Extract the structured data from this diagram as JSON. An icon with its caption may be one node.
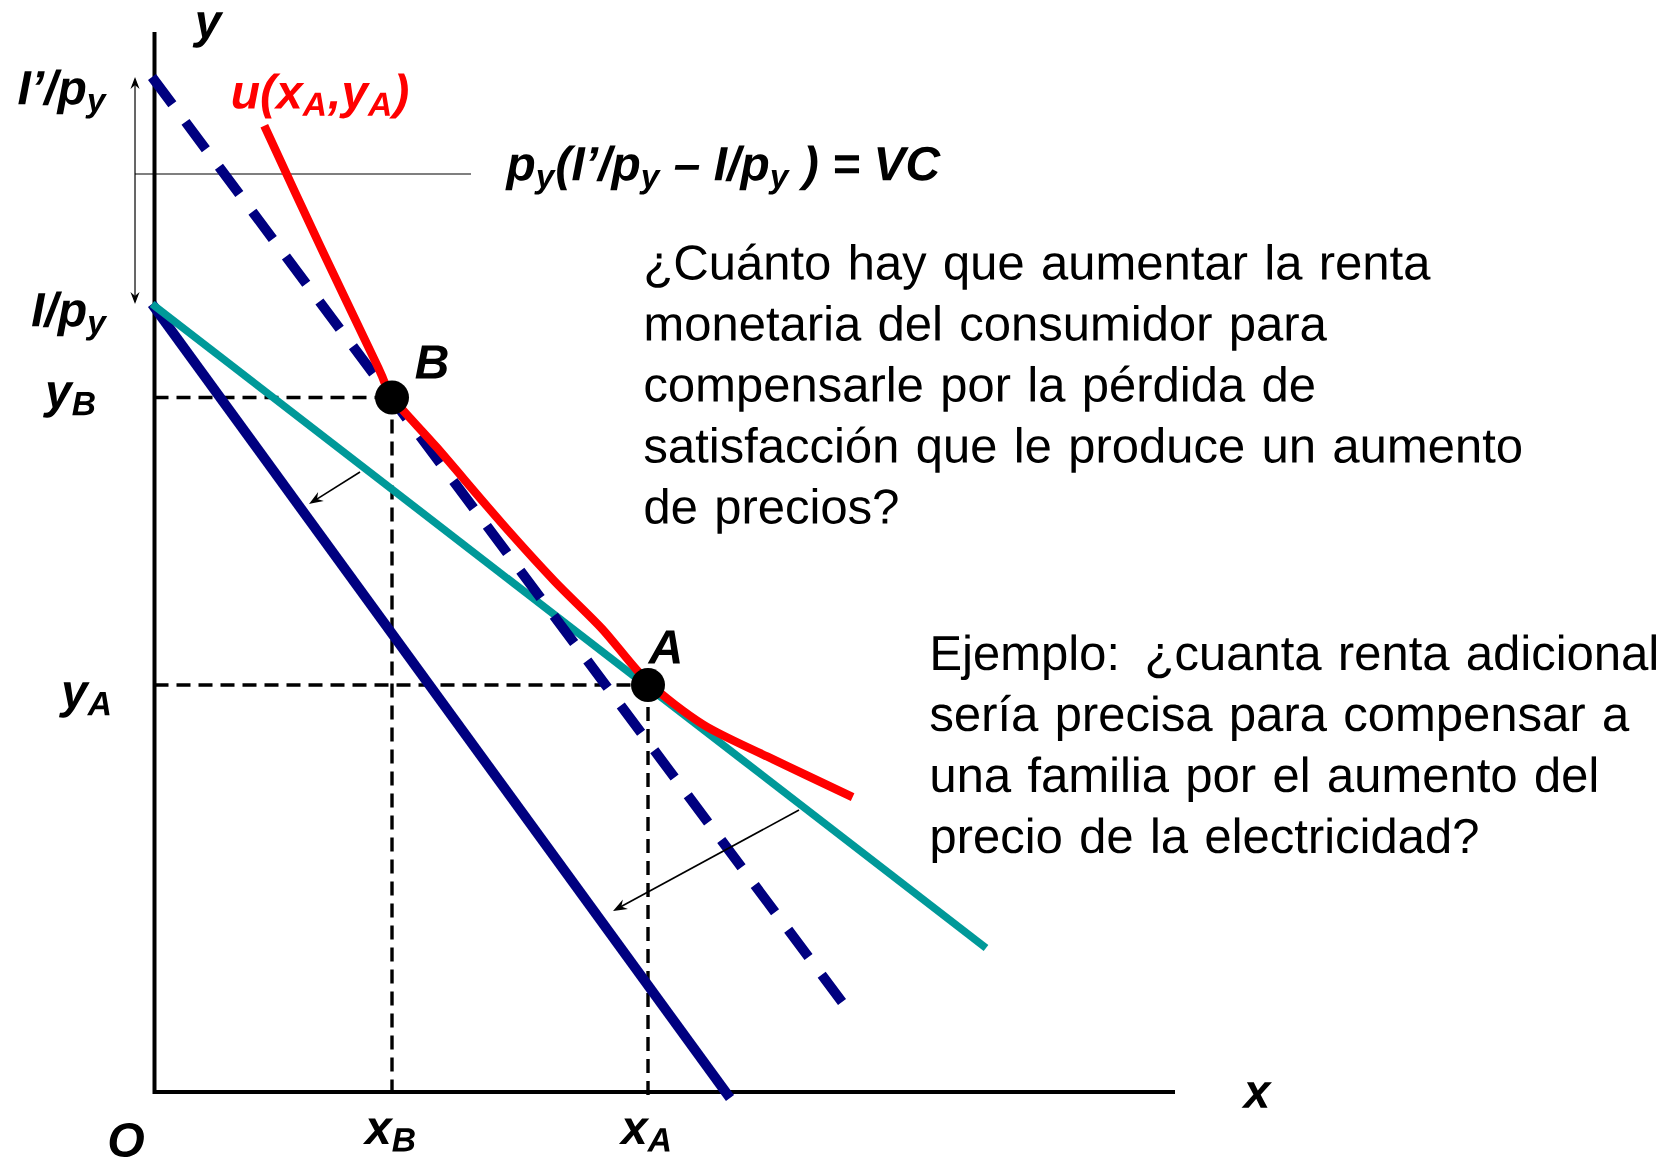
{
  "diagram": {
    "nodes": [
      {
        "text": [],
        "shape": "circle",
        "beside": [
          "B"
        ]
      },
      {
        "text": [],
        "shape": "circle",
        "beside": [
          "A"
        ]
      }
    ],
    "labels": [
      "y",
      "I’/p$_{y}$",
      "u(x$_{A}$,y$_{A}$)",
      "p$_{y}$(I’/p$_{y}$ – I/p$_{y}$ ) = VC",
      "¿Cuánto hay que aumentar la renta monetaria del consumidor para compensarle por la pérdida de satisfacción que le produce un aumento de precios?",
      "I/p$_{y}$",
      "y$_{B}$",
      "y$_{A}$",
      "Ejemplo: ¿cuanta renta adicional sería precisa para compensar a una familia por el aumento del precio de la electricidad?",
      "x",
      "O",
      "x$_{B}$",
      "x$_{A}$"
    ]
  }
}
